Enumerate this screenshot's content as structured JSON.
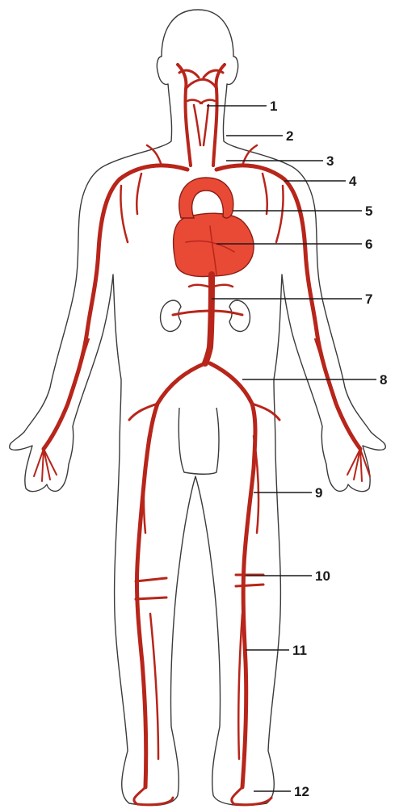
{
  "labels": [
    "1",
    "2",
    "3",
    "4",
    "5",
    "6",
    "7",
    "8",
    "9",
    "10",
    "11",
    "12"
  ],
  "colors": {
    "artery": "#e84a36",
    "artery_outline": "#8c1d14",
    "body_outline": "#3a3a3a",
    "label": "#1a1a1a"
  }
}
